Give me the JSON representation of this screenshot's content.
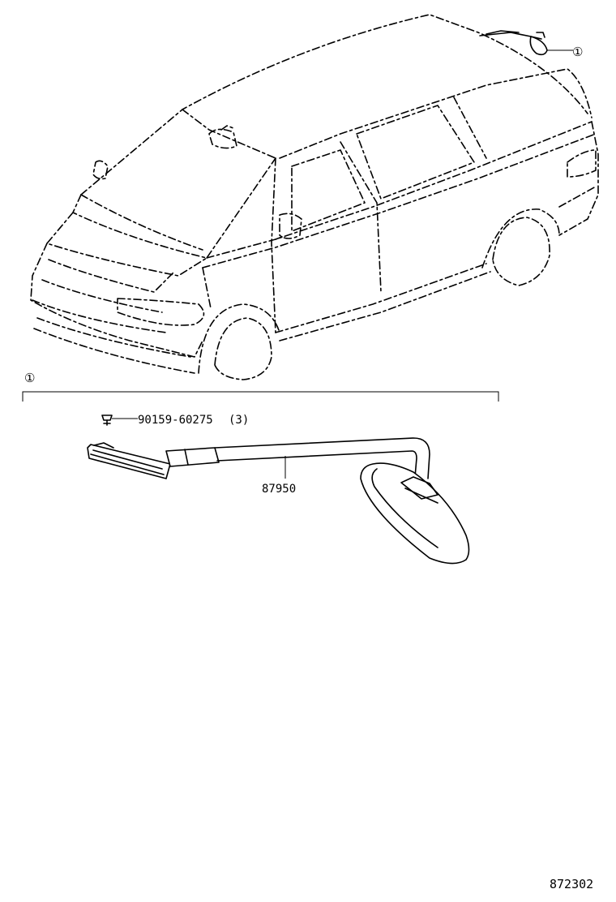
{
  "callout_marker": "①",
  "parts": [
    {
      "part_no": "90159-60275",
      "qty": "(3)"
    },
    {
      "part_no": "87950"
    }
  ],
  "illustration_no": "872302"
}
